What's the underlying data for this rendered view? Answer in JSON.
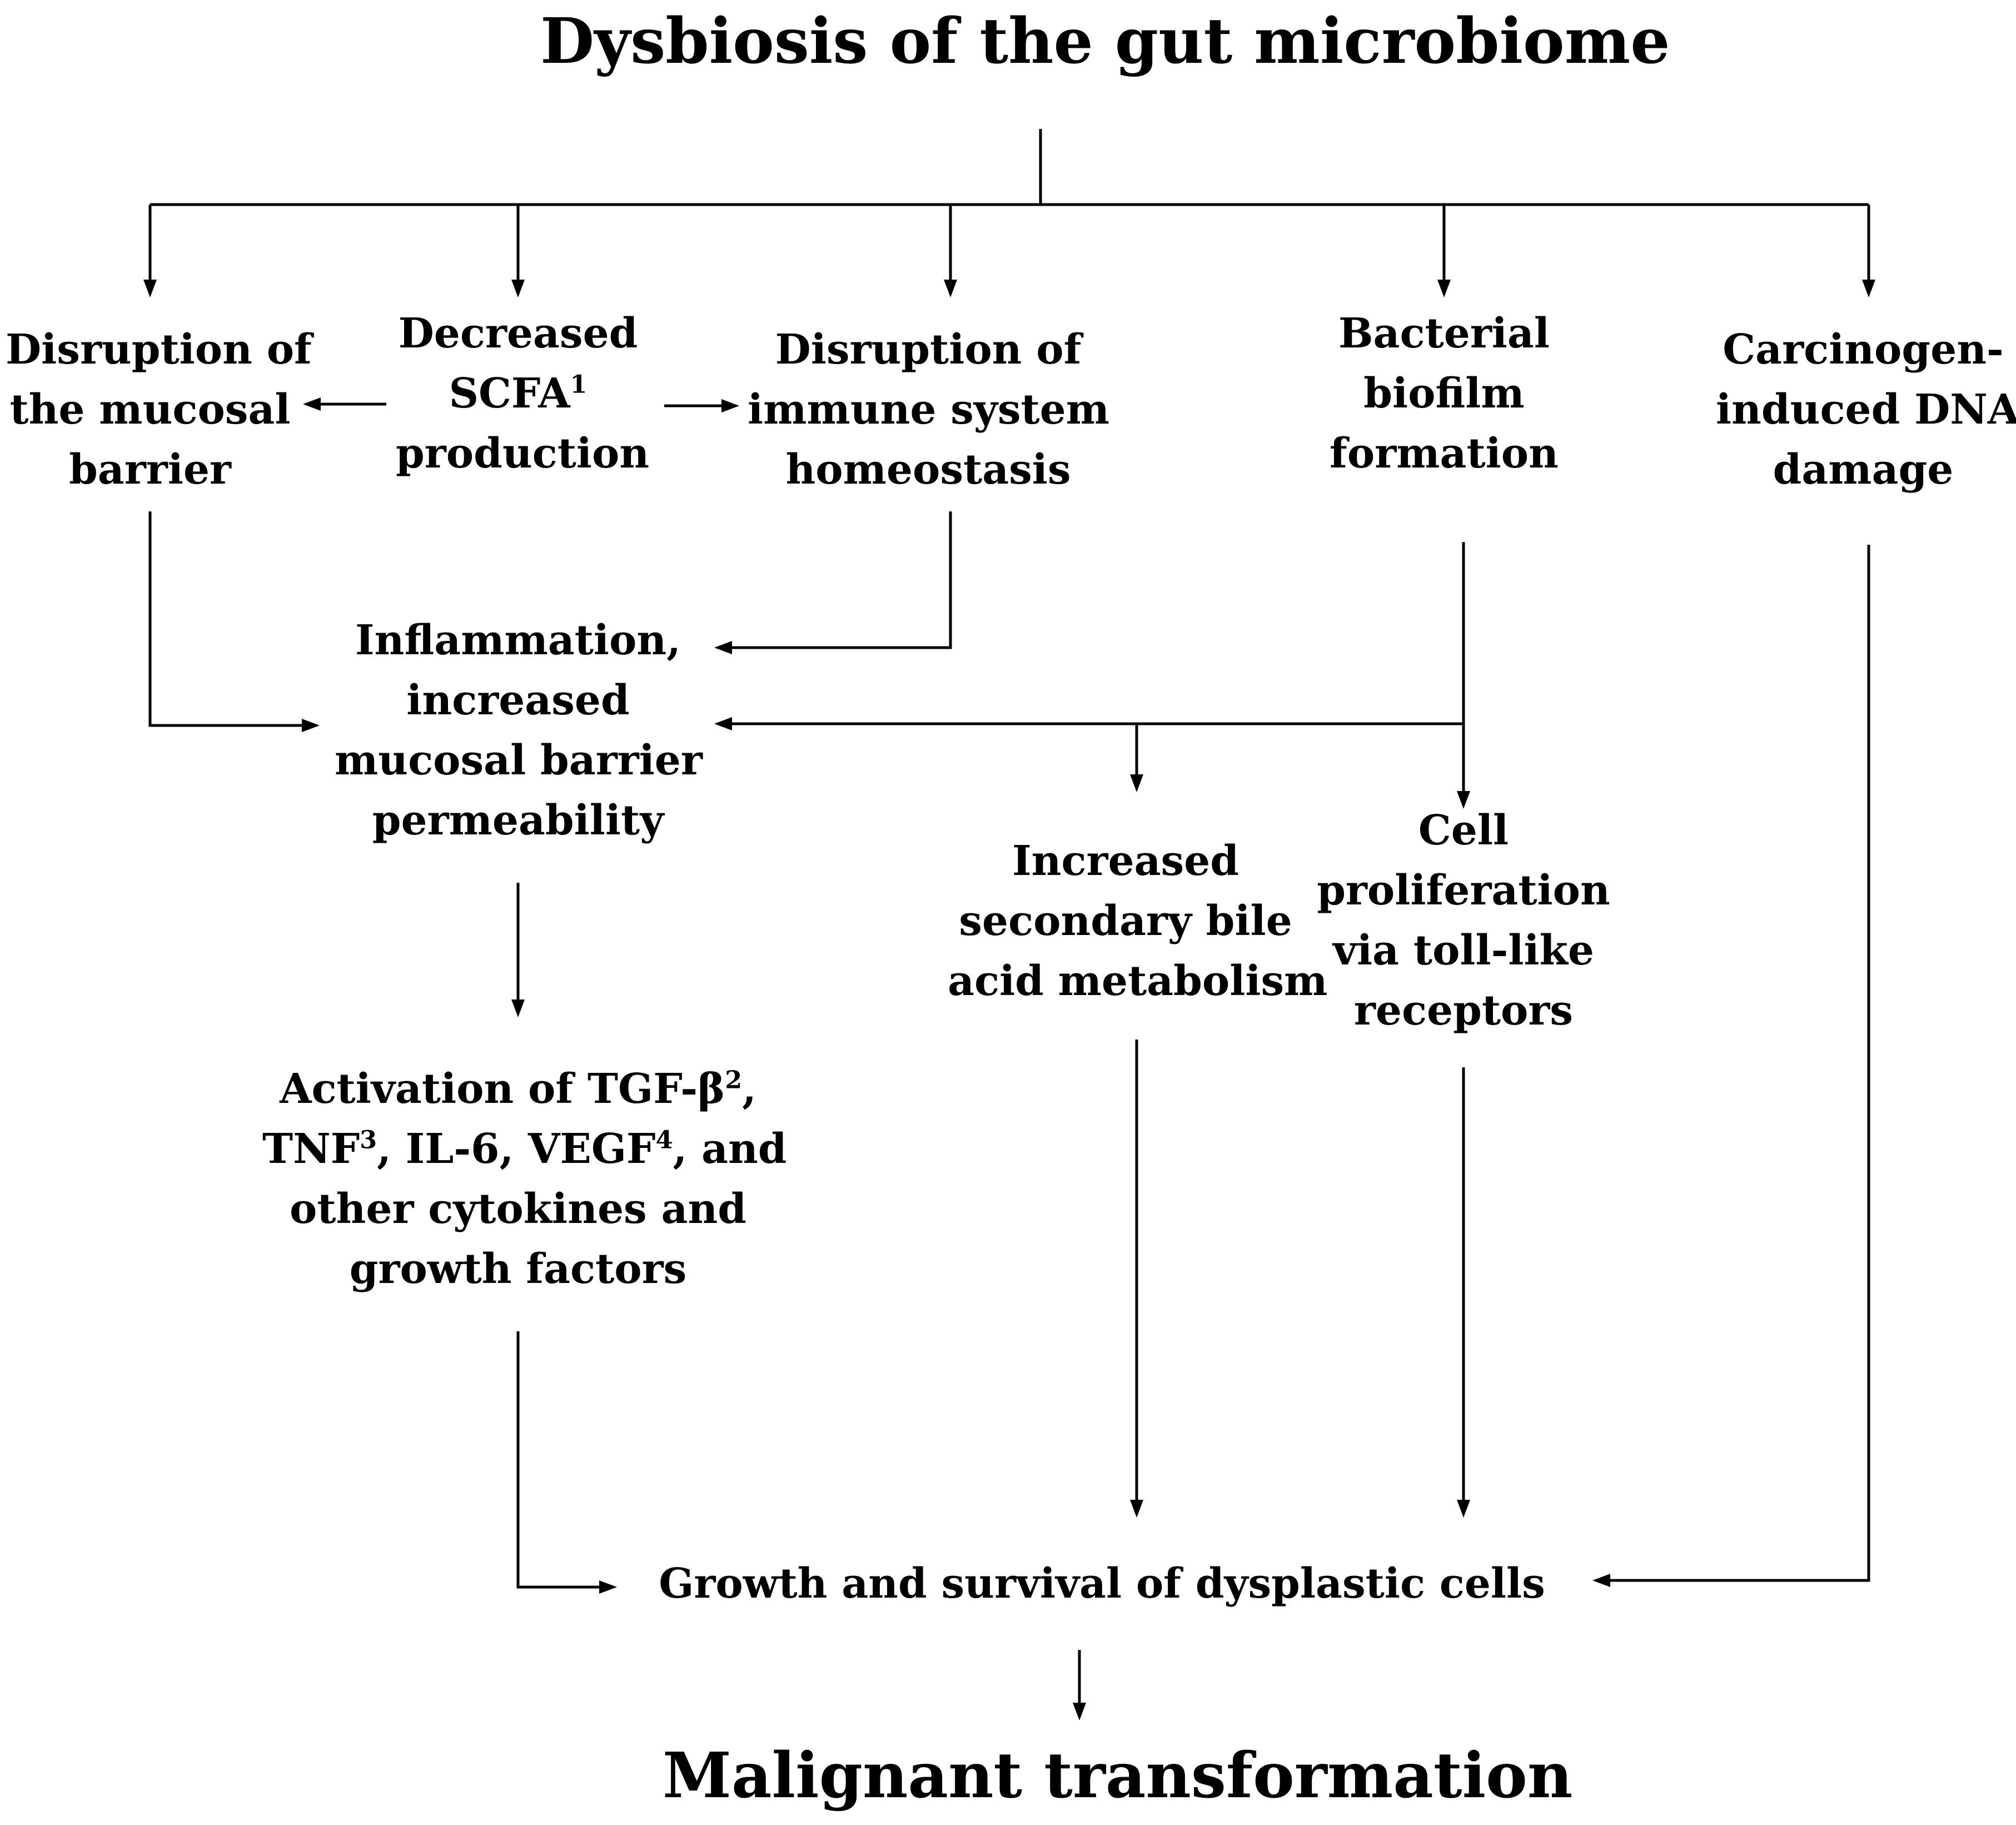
{
  "diagram": {
    "title": "Dysbiosis of the gut microbiome",
    "outcome": "Malignant transformation",
    "nodes": {
      "mucosal": [
        "Disruption of",
        "the mucosal",
        "barrier"
      ],
      "scfa": {
        "line1": "Decreased",
        "line2_pre": "SCFA",
        "line2_sup": "1",
        "line3": "production"
      },
      "immune": [
        "Disruption of",
        "immune system",
        "homeostasis"
      ],
      "biofilm": [
        "Bacterial",
        "biofilm",
        "formation"
      ],
      "carcinogen": [
        "Carcinogen-",
        "induced DNA",
        "damage"
      ],
      "inflammation": [
        "Inflammation,",
        "increased",
        "mucosal barrier",
        "permeability"
      ],
      "bile": [
        "Increased",
        "secondary bile",
        "acid metabolism"
      ],
      "toll": [
        "Cell",
        "proliferation",
        "via toll-like",
        "receptors"
      ],
      "cytokines": {
        "l1_pre": "Activation of TGF-β",
        "l1_sup": "2",
        "l1_post": ",",
        "l2_a": "TNF",
        "l2_sup1": "3",
        "l2_b": ", IL-6, VEGF",
        "l2_sup2": "4",
        "l2_c": ", and",
        "l3": "other cytokines and",
        "l4": "growth factors"
      },
      "growth": "Growth and survival of dysplastic cells"
    }
  }
}
